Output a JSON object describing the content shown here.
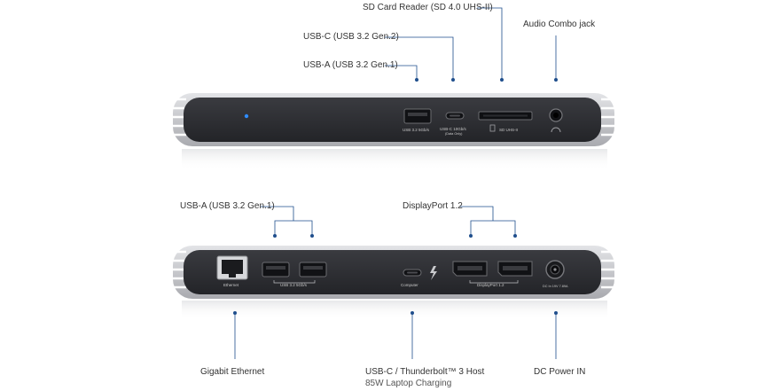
{
  "callouts": {
    "front": {
      "sd_card_reader": "SD Card Reader (SD 4.0 UHS-II)",
      "audio_combo_jack": "Audio Combo jack",
      "usb_c": "USB-C (USB 3.2 Gen.2)",
      "usb_a": "USB-A (USB 3.2 Gen.1)"
    },
    "rear": {
      "usb_a": "USB-A (USB 3.2 Gen.1)",
      "displayport": "DisplayPort 1.2",
      "gigabit_ethernet": "Gigabit Ethernet",
      "usb_c_host": "USB-C / Thunderbolt™ 3 Host",
      "laptop_charging": "85W Laptop Charging",
      "dc_power": "DC Power IN"
    }
  },
  "port_labels": {
    "front": {
      "usb32": "USB 3.2  5Gb/s",
      "usbc": "USB-C 10Gb/s",
      "usbc_sub": "(Data Only)",
      "sd": "SD UHS-II"
    },
    "rear": {
      "ethernet": "Ethernet",
      "usb32": "USB 3.2  5Gb/s",
      "computer": "Computer",
      "displayport": "DisplayPort 1.2",
      "dc": "DC In 19V 7.89A"
    }
  },
  "colors": {
    "callout_line": "#1f4e8c",
    "panel": "#2c2d31",
    "chassis": "#c9cacd",
    "power_led": "#2f8cff"
  }
}
